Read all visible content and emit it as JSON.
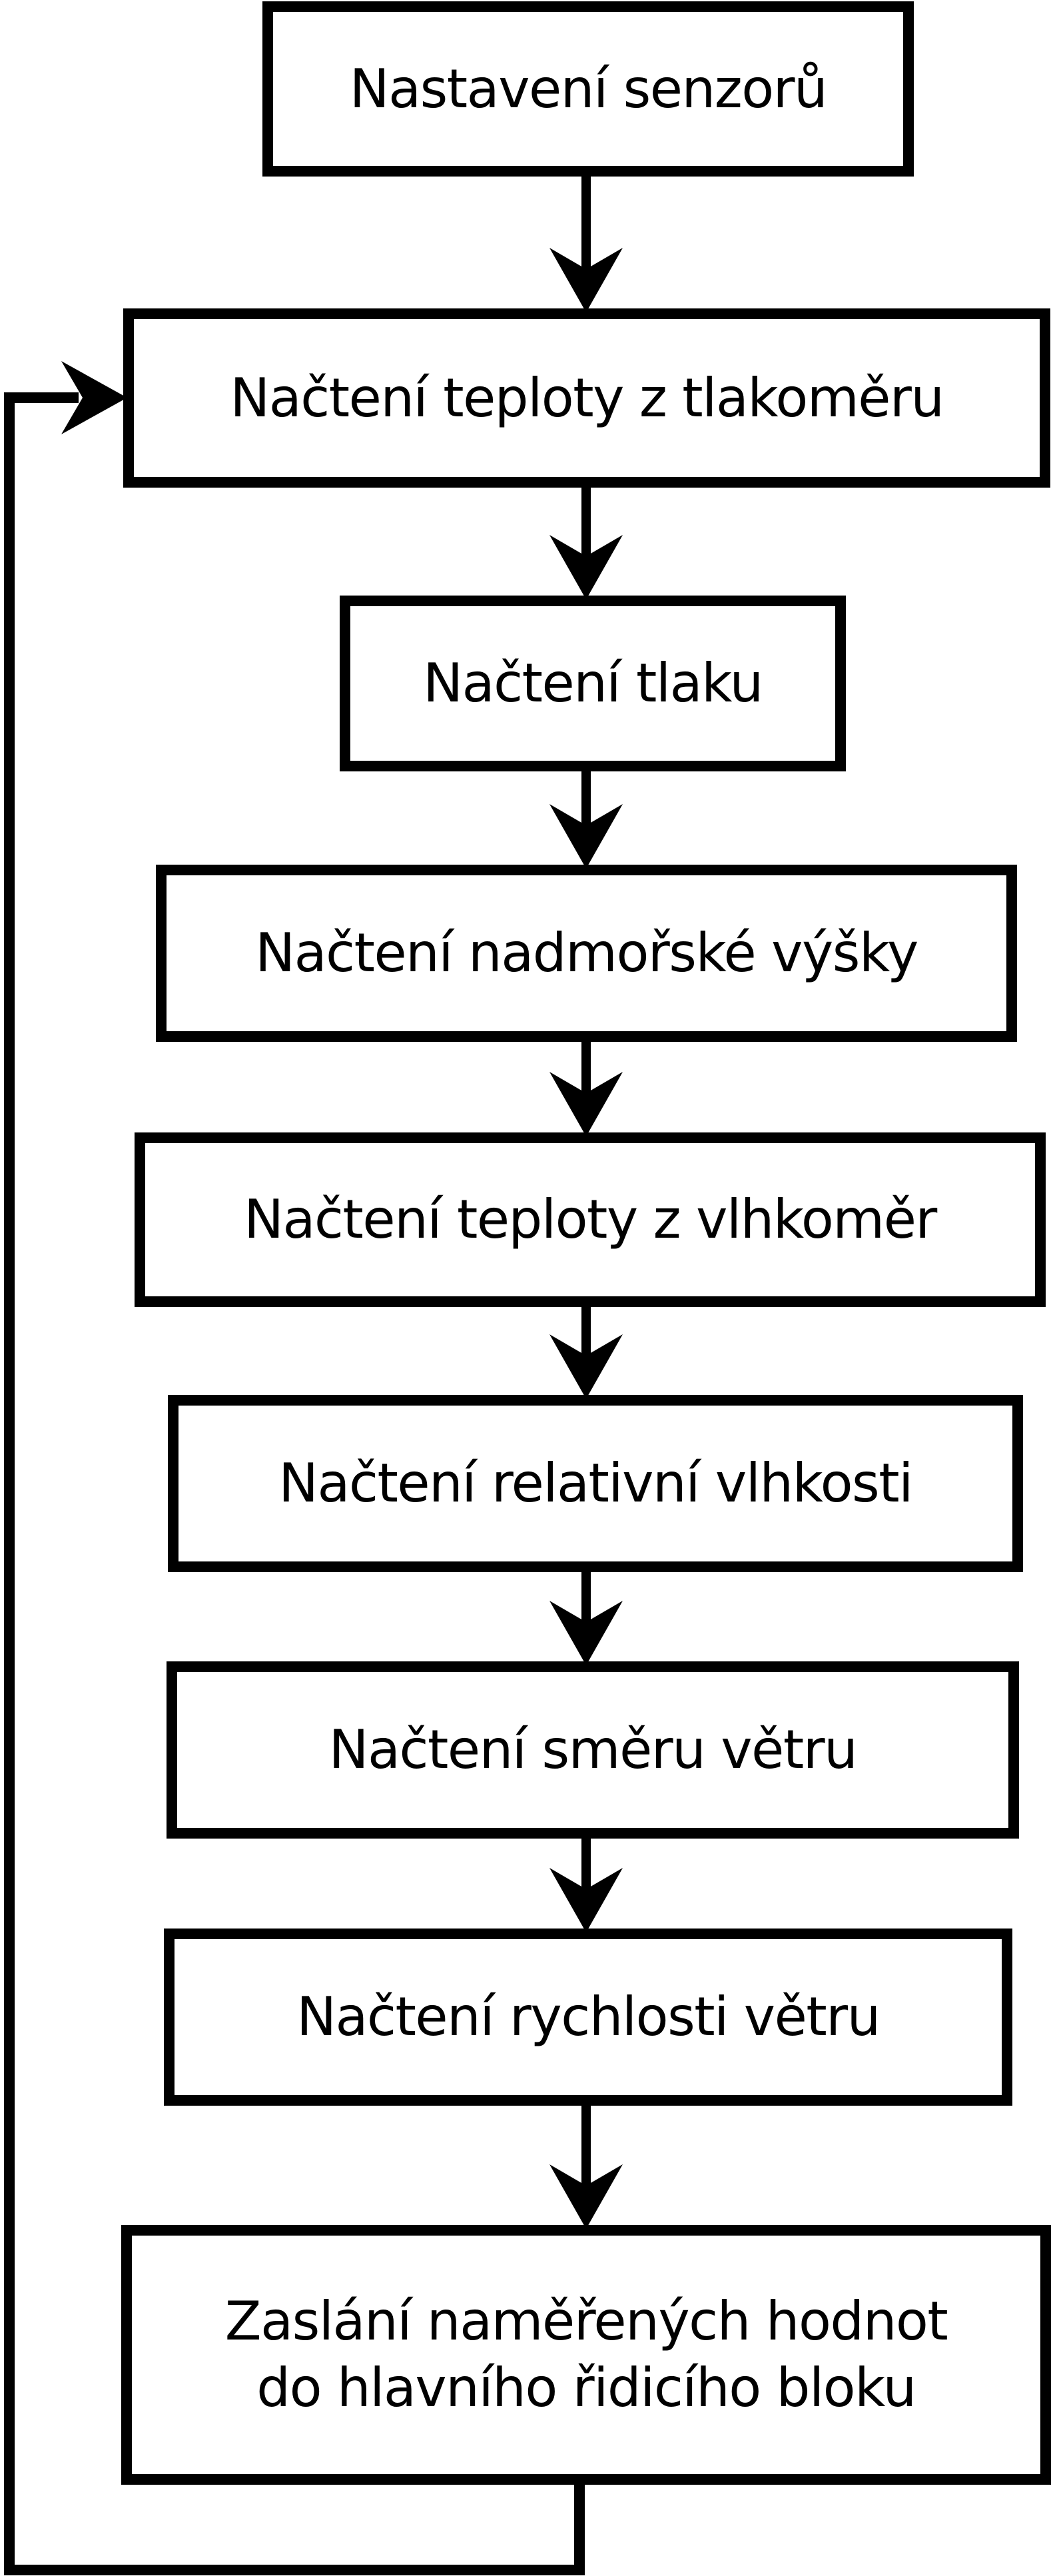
{
  "canvas": {
    "background_color": "#ffffff",
    "stroke_color": "#000000"
  },
  "flowchart": {
    "boxes": [
      {
        "label": "Nastavení senzorů"
      },
      {
        "label": "Načtení teploty z tlakoměru"
      },
      {
        "label": "Načtení tlaku"
      },
      {
        "label": "Načtení nadmořské výšky"
      },
      {
        "label": "Načtení teploty z vlhkoměr"
      },
      {
        "label": "Načtení relativní vlhkosti"
      },
      {
        "label": "Načtení směru větru"
      },
      {
        "label": "Načtení rychlosti větru"
      },
      {
        "line1": "Zaslání naměřených hodnot",
        "line2": "do hlavního řidicího bloku"
      }
    ],
    "connections": [
      {
        "from": 0,
        "to": 1,
        "type": "arrow-down"
      },
      {
        "from": 1,
        "to": 2,
        "type": "arrow-down"
      },
      {
        "from": 2,
        "to": 3,
        "type": "arrow-down"
      },
      {
        "from": 3,
        "to": 4,
        "type": "arrow-down"
      },
      {
        "from": 4,
        "to": 5,
        "type": "arrow-down"
      },
      {
        "from": 5,
        "to": 6,
        "type": "arrow-down"
      },
      {
        "from": 6,
        "to": 7,
        "type": "arrow-down"
      },
      {
        "from": 7,
        "to": 8,
        "type": "arrow-down"
      },
      {
        "from": 8,
        "to": 1,
        "type": "loop-back-left"
      }
    ]
  }
}
